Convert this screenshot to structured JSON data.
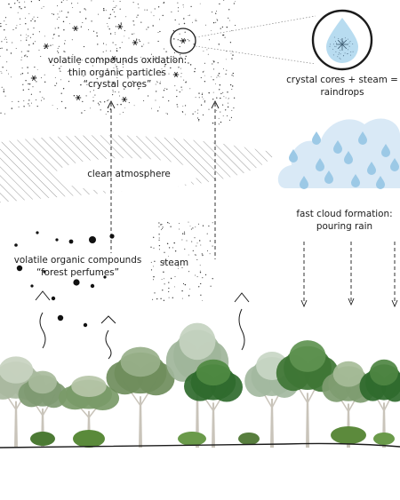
{
  "labels": {
    "oxidation": [
      "volatile compounds oxidation:",
      "thin organic particles",
      "“crystal cores”"
    ],
    "raindrops": [
      "crystal cores + steam =",
      "raindrops"
    ],
    "clean_atmosphere": "clean atmosphere",
    "fast_cloud": [
      "fast cloud formation:",
      "pouring rain"
    ],
    "forest_perfumes": [
      "volatile organic compounds",
      "“forest perfumes”"
    ],
    "steam": "steam"
  },
  "colors": {
    "ink": "#1b1b1b",
    "cloud": "#d9e9f6",
    "raindrop": "#9cc9e6",
    "hatch": "#9a9a9a",
    "foliage": "#3f7a3a",
    "trunk": "#c9c4ba",
    "ground": "#1b1b1b"
  },
  "icons": [
    "crystal-core-icon",
    "raindrop-crystal-icon",
    "heat-wave-icon",
    "rain-arrow-icon"
  ]
}
